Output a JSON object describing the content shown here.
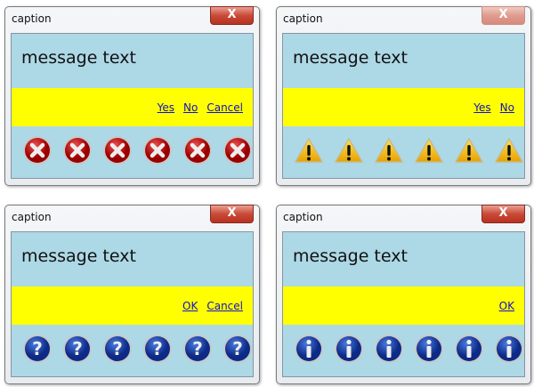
{
  "dialogs": [
    {
      "caption": "caption",
      "message": "message text",
      "close_label": "X",
      "buttons": [
        "Yes",
        "No",
        "Cancel"
      ],
      "icon": "error-icon",
      "icon_count": 6
    },
    {
      "caption": "caption",
      "message": "message text",
      "close_label": "X",
      "buttons": [
        "Yes",
        "No"
      ],
      "icon": "warning-icon",
      "icon_count": 6
    },
    {
      "caption": "caption",
      "message": "message text",
      "close_label": "X",
      "buttons": [
        "OK",
        "Cancel"
      ],
      "icon": "question-icon",
      "icon_count": 6
    },
    {
      "caption": "caption",
      "message": "message text",
      "close_label": "X",
      "buttons": [
        "OK"
      ],
      "icon": "information-icon",
      "icon_count": 6
    }
  ],
  "colors": {
    "client": "#add8e6",
    "band": "#ffff00",
    "link": "#1010cc"
  }
}
